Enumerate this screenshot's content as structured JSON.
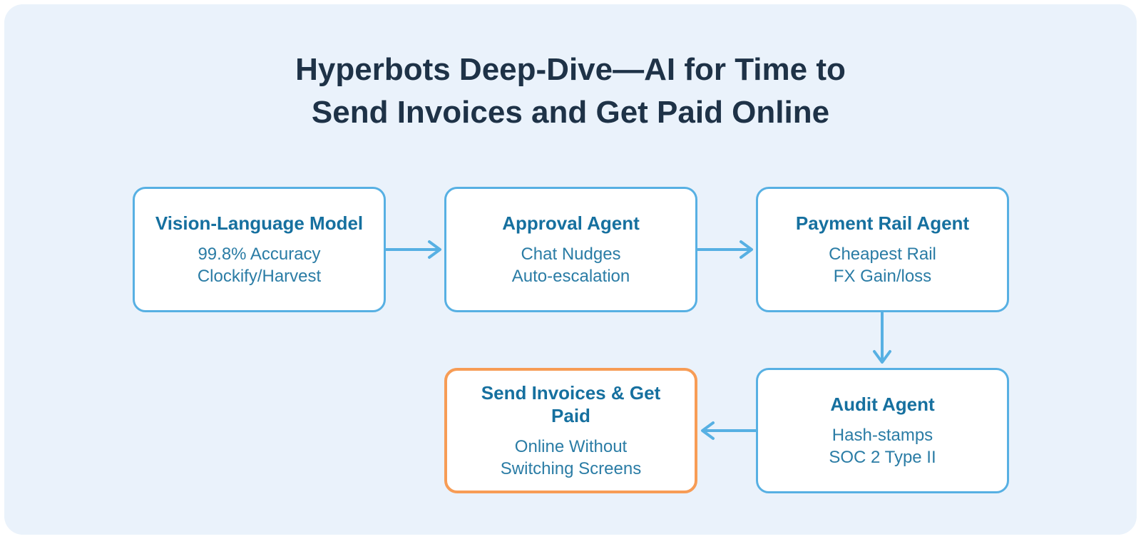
{
  "title": {
    "line1": "Hyperbots Deep-Dive—AI for Time to",
    "line2": "Send Invoices and Get Paid Online"
  },
  "colors": {
    "canvas_background": "#ffffff",
    "panel_background": "#eaf2fb",
    "title_text": "#1e3247",
    "box_fill": "#ffffff",
    "box_border_blue": "#57b0e3",
    "box_border_orange": "#f79c55",
    "box_heading_text": "#16709f",
    "box_body_text": "#2a7ca5",
    "arrow": "#57b0e3"
  },
  "flow": {
    "nodes": [
      {
        "id": "vision-language-model",
        "title": "Vision-Language Model",
        "lines": [
          "99.8% Accuracy",
          "Clockify/Harvest"
        ],
        "accent": "blue"
      },
      {
        "id": "approval-agent",
        "title": "Approval Agent",
        "lines": [
          "Chat Nudges",
          "Auto-escalation"
        ],
        "accent": "blue"
      },
      {
        "id": "payment-rail-agent",
        "title": "Payment Rail Agent",
        "lines": [
          "Cheapest Rail",
          "FX Gain/loss"
        ],
        "accent": "blue"
      },
      {
        "id": "audit-agent",
        "title": "Audit Agent",
        "lines": [
          "Hash-stamps",
          "SOC 2 Type II"
        ],
        "accent": "blue"
      },
      {
        "id": "send-invoices-get-paid",
        "title": "Send Invoices & Get Paid",
        "lines": [
          "Online Without",
          "Switching Screens"
        ],
        "accent": "orange"
      }
    ],
    "edges": [
      {
        "from": "vision-language-model",
        "to": "approval-agent",
        "direction": "right"
      },
      {
        "from": "approval-agent",
        "to": "payment-rail-agent",
        "direction": "right"
      },
      {
        "from": "payment-rail-agent",
        "to": "audit-agent",
        "direction": "down"
      },
      {
        "from": "audit-agent",
        "to": "send-invoices-get-paid",
        "direction": "left"
      }
    ]
  }
}
